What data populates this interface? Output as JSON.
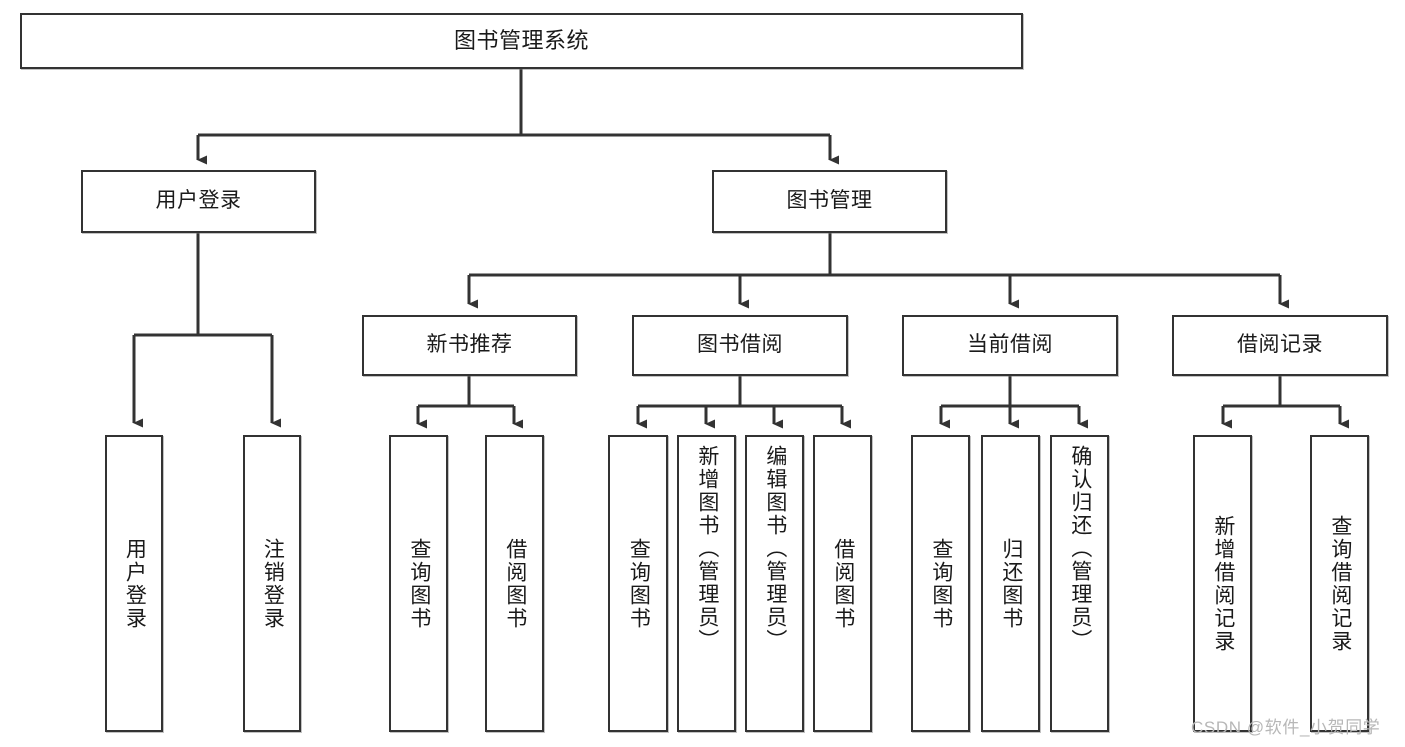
{
  "diagram": {
    "type": "tree-hierarchy",
    "title": "图书管理系统",
    "watermark": "CSDN @软件_小贺同学",
    "colors": {
      "stroke": "#333333",
      "background": "#ffffff",
      "text": "#1a1a1a",
      "watermark": "#b7b7b7"
    },
    "root": {
      "id": "root",
      "label": "图书管理系统"
    },
    "level2": [
      {
        "id": "user-login",
        "label": "用户登录"
      },
      {
        "id": "book-management",
        "label": "图书管理"
      }
    ],
    "level3": [
      {
        "id": "new-book-recommend",
        "label": "新书推荐",
        "parent": "book-management"
      },
      {
        "id": "book-borrow",
        "label": "图书借阅",
        "parent": "book-management"
      },
      {
        "id": "current-borrow",
        "label": "当前借阅",
        "parent": "book-management"
      },
      {
        "id": "borrow-record",
        "label": "借阅记录",
        "parent": "book-management"
      }
    ],
    "leaves": {
      "user_login": [
        {
          "id": "leaf-user-login",
          "label": "用户登录"
        },
        {
          "id": "leaf-logout-login",
          "label": "注销登录"
        }
      ],
      "new_book_recommend": [
        {
          "id": "leaf-query-book-1",
          "label": "查询图书"
        },
        {
          "id": "leaf-borrow-book-1",
          "label": "借阅图书"
        }
      ],
      "book_borrow": [
        {
          "id": "leaf-query-book-2",
          "label": "查询图书"
        },
        {
          "id": "leaf-add-book",
          "label": "新增图书（管理员）"
        },
        {
          "id": "leaf-edit-book",
          "label": "编辑图书（管理员）"
        },
        {
          "id": "leaf-borrow-book-2",
          "label": "借阅图书"
        }
      ],
      "current_borrow": [
        {
          "id": "leaf-query-book-3",
          "label": "查询图书"
        },
        {
          "id": "leaf-return-book",
          "label": "归还图书"
        },
        {
          "id": "leaf-confirm-return",
          "label": "确认归还（管理员）"
        }
      ],
      "borrow_record": [
        {
          "id": "leaf-add-record",
          "label": "新增借阅记录"
        },
        {
          "id": "leaf-query-record",
          "label": "查询借阅记录"
        }
      ]
    }
  }
}
